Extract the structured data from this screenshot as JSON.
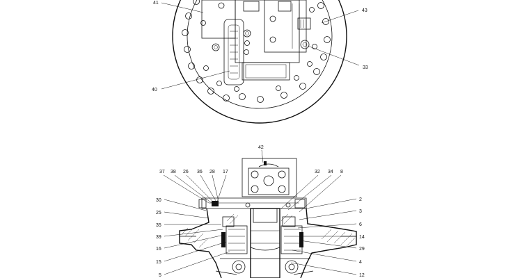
{
  "top_view": {
    "callouts": {
      "c41": "41",
      "c43": "43",
      "c33": "33",
      "c40": "40"
    }
  },
  "section_view": {
    "callouts": {
      "c42": "42",
      "c37": "37",
      "c38": "38",
      "c26": "26",
      "c36": "36",
      "c28": "28",
      "c17": "17",
      "c32": "32",
      "c34": "34",
      "c8": "8",
      "c30": "30",
      "c25": "25",
      "c35": "35",
      "c39": "39",
      "c16": "16",
      "c15": "15",
      "c5": "5",
      "c2": "2",
      "c3": "3",
      "c6": "6",
      "c14": "14",
      "c29": "29",
      "c4": "4",
      "c12": "12"
    }
  }
}
